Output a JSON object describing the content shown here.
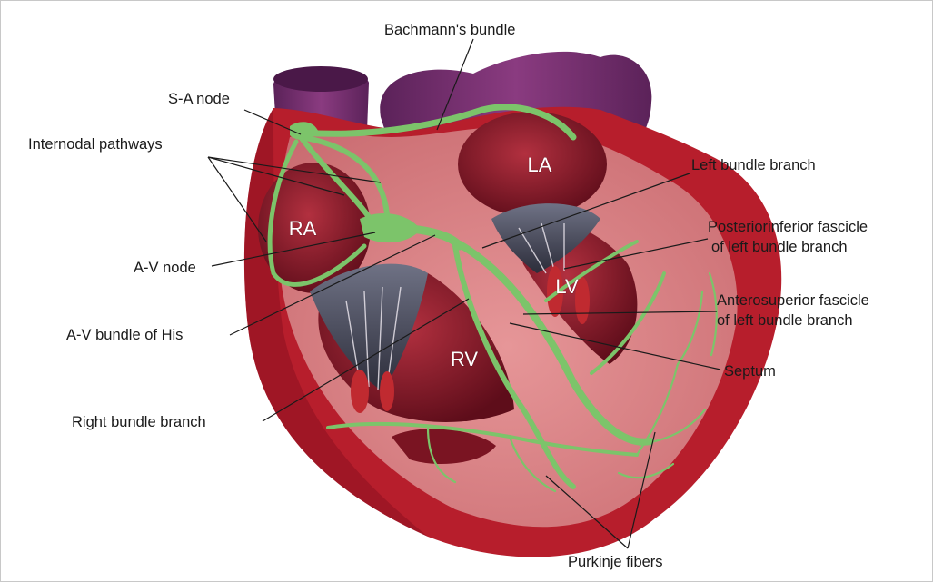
{
  "diagram": {
    "chambers": {
      "ra": "RA",
      "la": "LA",
      "rv": "RV",
      "lv": "LV"
    },
    "labels": {
      "bachmanns_bundle": "Bachmann's bundle",
      "sa_node": "S-A node",
      "internodal_pathways": "Internodal pathways",
      "av_node": "A-V node",
      "av_bundle_of_his": "A-V bundle of His",
      "right_bundle_branch": "Right bundle branch",
      "left_bundle_branch": "Left bundle branch",
      "posteriorinferior_line1": "Posteriorinferior fascicle",
      "posteriorinferior_line2": "of left bundle branch",
      "anterosuperior_line1": "Anterosuperior fascicle",
      "anterosuperior_line2": "of left bundle branch",
      "septum": "Septum",
      "purkinje_fibers": "Purkinje fibers"
    },
    "colors": {
      "conduction": "#7cc46a",
      "myocardium": "#c72a35",
      "endocardium": "#e8a4a6",
      "great_vessels": "#7a2f6e",
      "valves": "#4a4c5c",
      "leader_lines": "#1a1a1a"
    }
  }
}
